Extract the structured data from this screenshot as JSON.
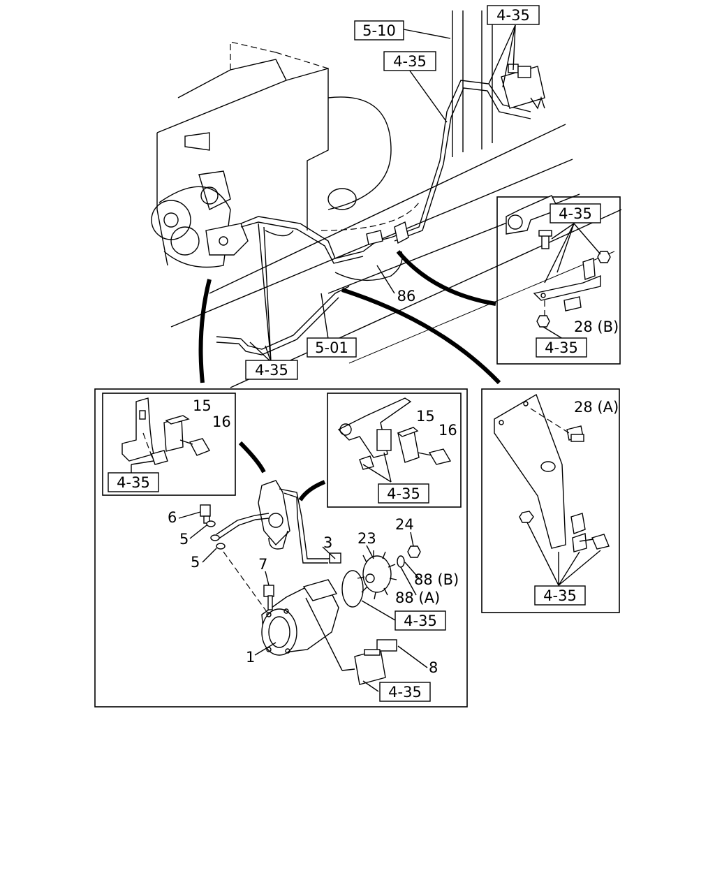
{
  "references": {
    "ref_5_10": "5-10",
    "ref_4_35_reservoir": "4-35",
    "ref_4_35_line": "4-35",
    "ref_5_01": "5-01",
    "ref_4_35_engine": "4-35",
    "inset_clamp_right_ref_top": "4-35",
    "inset_clamp_right_ref_bottom": "4-35",
    "inset_bracket_ref": "4-35",
    "inset_left_ref": "4-35",
    "inset_mid_ref": "4-35",
    "pump_ref_oring": "4-35",
    "pump_ref_bottom": "4-35"
  },
  "callouts": {
    "c86": "86",
    "c28b": "28 (B)",
    "c28a": "28 (A)",
    "c15_left": "15",
    "c16_left": "16",
    "c15_mid": "15",
    "c16_mid": "16",
    "c6": "6",
    "c5_upper": "5",
    "c5_lower": "5",
    "c3": "3",
    "c7": "7",
    "c23": "23",
    "c24": "24",
    "c88b": "88 (B)",
    "c88a": "88 (A)",
    "c1": "1",
    "c8": "8"
  }
}
